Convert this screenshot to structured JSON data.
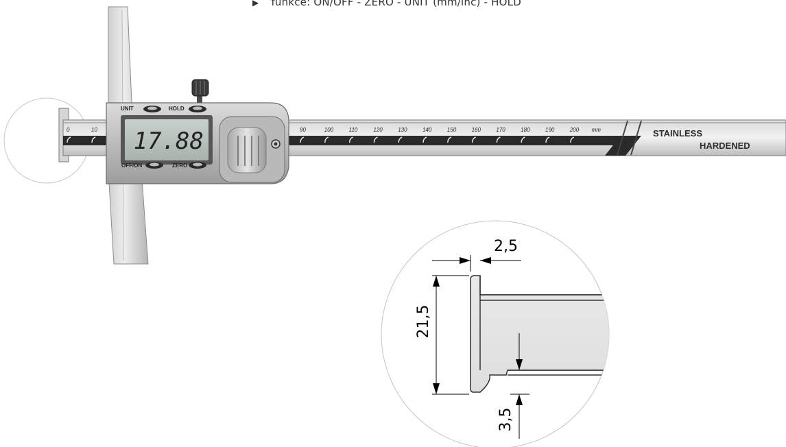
{
  "caption": {
    "icon": "play-triangle-icon",
    "text": "funkce: ON/OFF - ZERO - UNIT (mm/inc) - HOLD"
  },
  "caliper": {
    "display_value": "17.88",
    "buttons": {
      "unit": "UNIT",
      "hold": "HOLD",
      "off_on": "OFF/ON",
      "zero": "ZERO"
    },
    "scale_left_ticks": [
      "0",
      "10"
    ],
    "scale_ticks": [
      "90",
      "100",
      "110",
      "120",
      "130",
      "140",
      "150",
      "160",
      "170",
      "180",
      "190",
      "200"
    ],
    "scale_unit": "mm",
    "stamp_line1": "STAINLESS",
    "stamp_line2": "HARDENED"
  },
  "detail": {
    "dim_tip_width": "2,5",
    "dim_height": "21,5",
    "dim_step": "3,5"
  }
}
